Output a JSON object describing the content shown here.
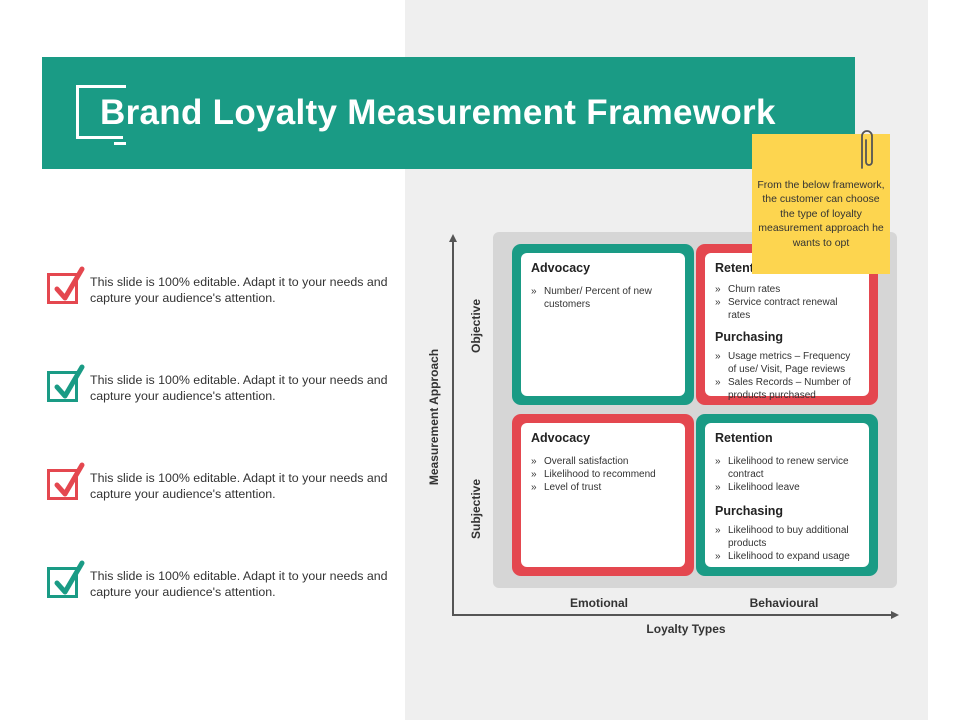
{
  "title": "Brand Loyalty Measurement Framework",
  "checklist": [
    {
      "text": "This slide is 100% editable. Adapt it to your needs and capture your audience's attention.",
      "color": "#e4474f"
    },
    {
      "text": "This slide is 100% editable. Adapt it to your needs and capture your audience's attention.",
      "color": "#1a9b85"
    },
    {
      "text": "This slide is 100% editable. Adapt it to your needs and capture your audience's attention.",
      "color": "#e4474f"
    },
    {
      "text": "This slide is 100% editable. Adapt it to your needs and capture your audience's attention.",
      "color": "#1a9b85"
    }
  ],
  "note": "From the below framework, the customer can choose the type of loyalty measurement approach he wants to opt",
  "axes": {
    "y_title": "Measurement Approach",
    "y_top": "Objective",
    "y_bottom": "Subjective",
    "x_title": "Loyalty Types",
    "x_left": "Emotional",
    "x_right": "Behavioural"
  },
  "quadrants": {
    "top_left": {
      "sections": [
        {
          "heading": "Advocacy",
          "items": [
            "Number/ Percent of new customers"
          ]
        }
      ]
    },
    "top_right": {
      "sections": [
        {
          "heading": "Retention",
          "items": [
            "Churn rates",
            "Service contract renewal rates"
          ]
        },
        {
          "heading": "Purchasing",
          "items": [
            "Usage metrics – Frequency of use/ Visit, Page  reviews",
            "Sales Records – Number of products purchased"
          ]
        }
      ]
    },
    "bottom_left": {
      "sections": [
        {
          "heading": "Advocacy",
          "items": [
            "Overall satisfaction",
            "Likelihood to recommend",
            "Level of trust"
          ]
        }
      ]
    },
    "bottom_right": {
      "sections": [
        {
          "heading": "Retention",
          "items": [
            "Likelihood to renew service contract",
            "Likelihood leave"
          ]
        },
        {
          "heading": "Purchasing",
          "items": [
            "Likelihood to buy additional products",
            "Likelihood to expand usage"
          ]
        }
      ]
    }
  },
  "colors": {
    "teal": "#1a9b85",
    "red": "#e4474f",
    "note": "#fdd54f"
  }
}
